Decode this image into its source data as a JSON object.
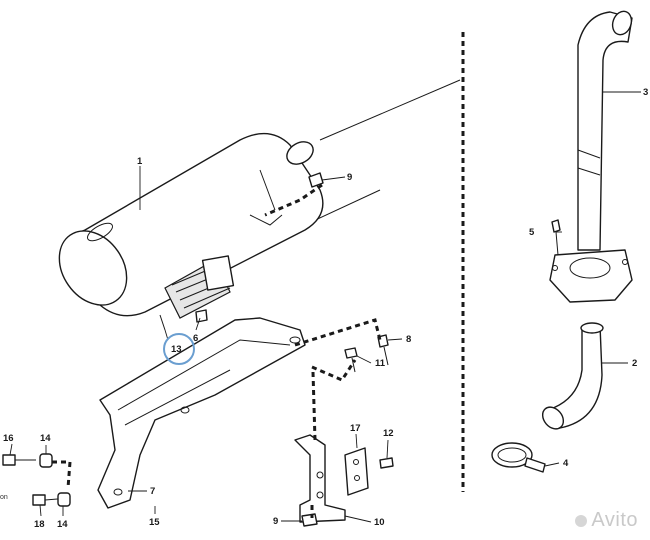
{
  "callouts": {
    "c1": "1",
    "c2": "2",
    "c3": "3",
    "c4": "4",
    "c5": "5",
    "c6": "6",
    "c7": "7",
    "c8": "8",
    "c9a": "9",
    "c9b": "9",
    "c10": "10",
    "c11": "11",
    "c12": "12",
    "c13": "13",
    "c14a": "14",
    "c14b": "14",
    "c15": "15",
    "c16": "16",
    "c17": "17",
    "c18": "18"
  },
  "edge_text": "on",
  "watermark": "Avito",
  "highlight_color": "#6a9ed0"
}
